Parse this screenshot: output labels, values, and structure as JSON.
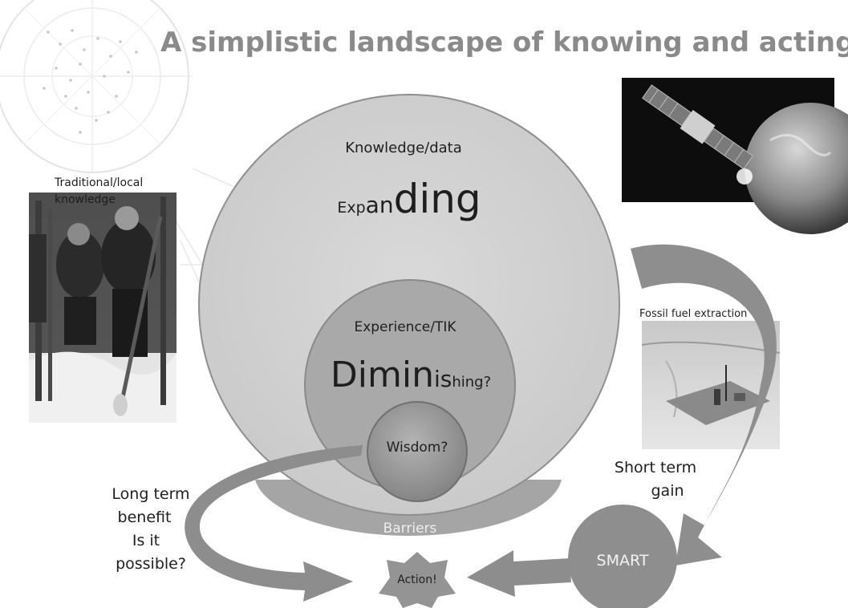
{
  "title": "A simplistic landscape of knowing and acting",
  "photo_traditional": {
    "caption": "Traditional/local knowledge",
    "caption_line1": "Traditional/local",
    "caption_line2": "knowledge"
  },
  "photo_satellite": {
    "icon": "satellite-over-earth-photo"
  },
  "photo_fossil": {
    "caption": "Fossil fuel extraction"
  },
  "circle_knowledge": {
    "label": "Knowledge/data",
    "exp_small": "Exp",
    "exp_mid": "an",
    "exp_big": "ding"
  },
  "circle_experience": {
    "label": "Experience/TIK",
    "dim_big": "Dimin",
    "dim_mid": "is",
    "dim_small": "hing?"
  },
  "circle_wisdom": {
    "label": "Wisdom?"
  },
  "barriers": {
    "label": "Barriers"
  },
  "long_term": {
    "line1": "Long term",
    "line2": "benefit",
    "line3": "Is it",
    "line4": "possible?"
  },
  "short_term": {
    "line1": "Short term",
    "line2": "gain"
  },
  "smart": {
    "label": "SMART"
  },
  "action": {
    "label": "Action!"
  },
  "colors": {
    "title": "#8a8a8a",
    "big_circle": "#d3d3d3",
    "mid_circle": "#a9a9a9",
    "wisdom": "#9c9c9c",
    "arrow": "#8d8d8d",
    "smart": "#8e8e8e",
    "text": "#1e1e1e"
  }
}
